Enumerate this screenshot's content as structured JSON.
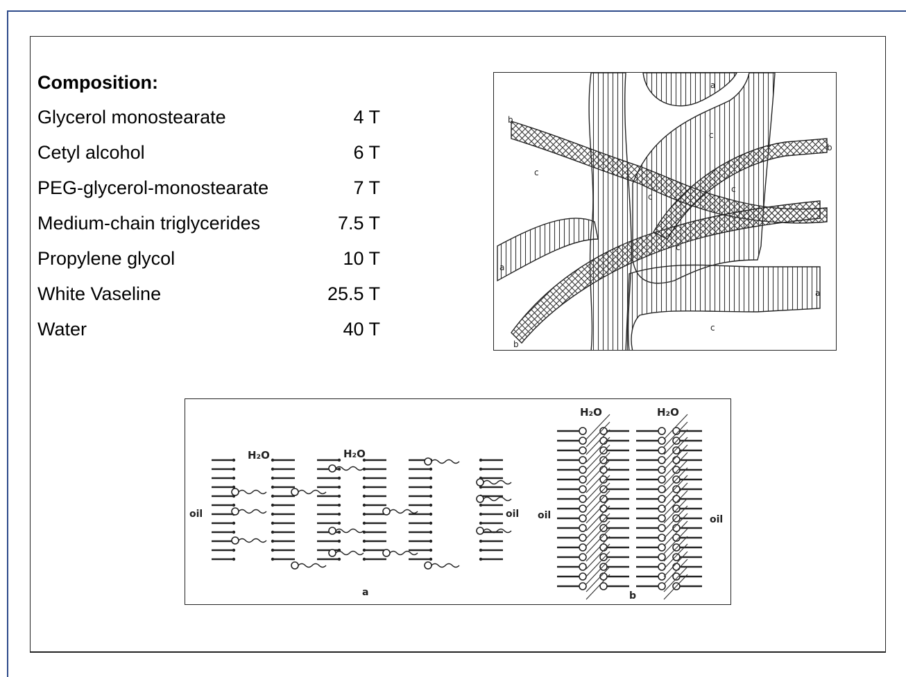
{
  "composition": {
    "heading": "Composition:",
    "items": [
      {
        "name": "Glycerol monostearate",
        "amount": "4 T"
      },
      {
        "name": "Cetyl alcohol",
        "amount": "6 T"
      },
      {
        "name": "PEG-glycerol-monostearate",
        "amount": "7 T"
      },
      {
        "name": "Medium-chain triglycerides",
        "amount": "7.5 T"
      },
      {
        "name": "Propylene glycol",
        "amount": "10 T"
      },
      {
        "name": "White Vaseline",
        "amount": "25.5 T"
      },
      {
        "name": "Water",
        "amount": "40 T"
      }
    ]
  },
  "gel_structure_figure": {
    "labels": {
      "a": "a",
      "b": "b",
      "c": "c"
    }
  },
  "bilayer_figure": {
    "water_label": "H₂O",
    "oil_label": "oil",
    "panel_a_caption": "a",
    "panel_b_caption": "b"
  },
  "colors": {
    "frame_accent": "#2d4a8a",
    "ink": "#222222"
  }
}
